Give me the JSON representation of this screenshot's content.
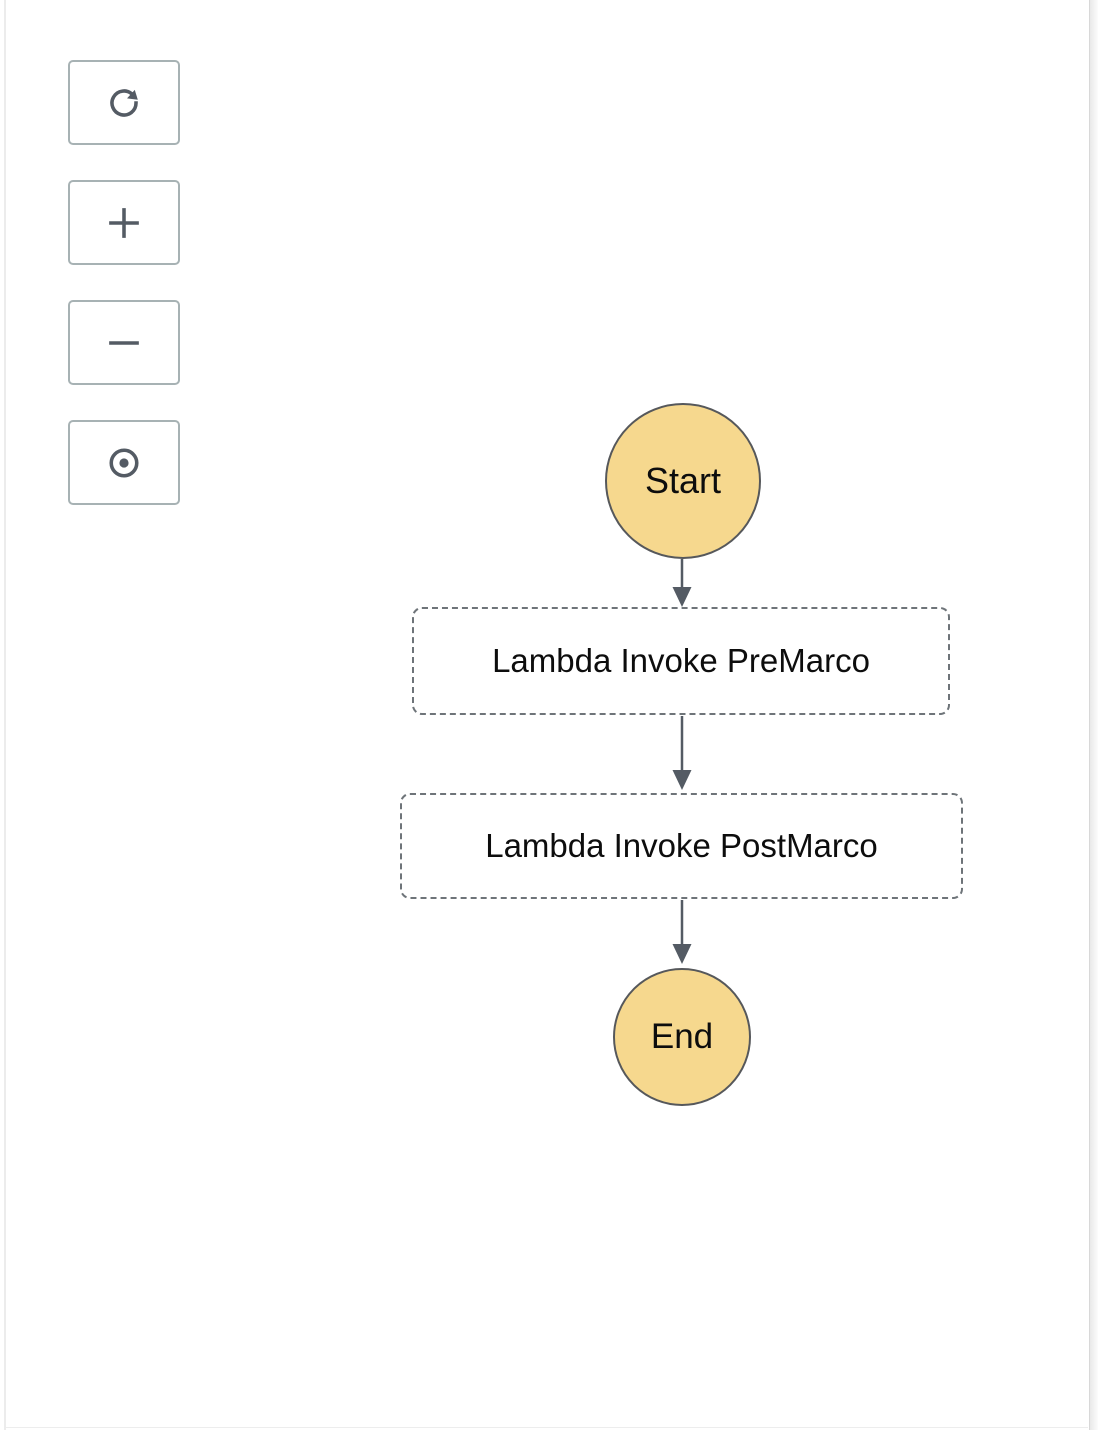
{
  "panel": {
    "background": "#ffffff",
    "border_color": "#ececec",
    "scrollbar_gutter_color": "#e9e9e9"
  },
  "toolbar": {
    "icon_color": "#545b64",
    "button_border_color": "#a7b2b4",
    "buttons": [
      {
        "id": "refresh",
        "icon": "refresh-icon",
        "aria": "Refresh"
      },
      {
        "id": "zoom-in",
        "icon": "plus-icon",
        "aria": "Zoom in"
      },
      {
        "id": "zoom-out",
        "icon": "minus-icon",
        "aria": "Zoom out"
      },
      {
        "id": "center",
        "icon": "center-focus-icon",
        "aria": "Center graph"
      }
    ]
  },
  "diagram": {
    "type": "workflow-graph",
    "node_fill": "#f6d88e",
    "node_border": "#56585b",
    "task_border": "#6e7479",
    "edge_color": "#545b64",
    "nodes": [
      {
        "id": "start",
        "shape": "circle",
        "label": "Start"
      },
      {
        "id": "task1",
        "shape": "dashed-box",
        "label": "Lambda Invoke PreMarco"
      },
      {
        "id": "task2",
        "shape": "dashed-box",
        "label": "Lambda Invoke PostMarco"
      },
      {
        "id": "end",
        "shape": "circle",
        "label": "End"
      }
    ],
    "edges": [
      {
        "from": "start",
        "to": "task1"
      },
      {
        "from": "task1",
        "to": "task2"
      },
      {
        "from": "task2",
        "to": "end"
      }
    ]
  }
}
